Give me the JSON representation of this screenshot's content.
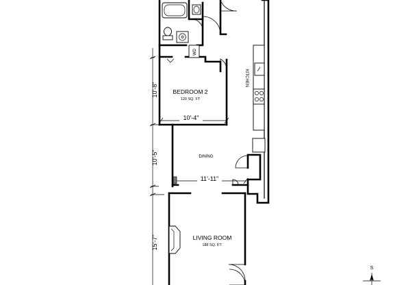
{
  "rooms": {
    "bedroom2": {
      "name": "BEDROOM 2",
      "area": "120 SQ. FT"
    },
    "kitchen": {
      "name": "KITCHEN"
    },
    "dining": {
      "name": "DINING"
    },
    "living_room": {
      "name": "LIVING ROOM",
      "area": "188 SQ. FT."
    }
  },
  "dimensions": {
    "bedroom2_height": "10'-8\"",
    "bedroom2_width": "10'-4\"",
    "dining_height": "10'-5\"",
    "dining_width": "11'-11\"",
    "living_height": "15'-7\""
  },
  "appliances": {
    "washer_dryer": "WD"
  },
  "compass": {
    "label": "S"
  }
}
